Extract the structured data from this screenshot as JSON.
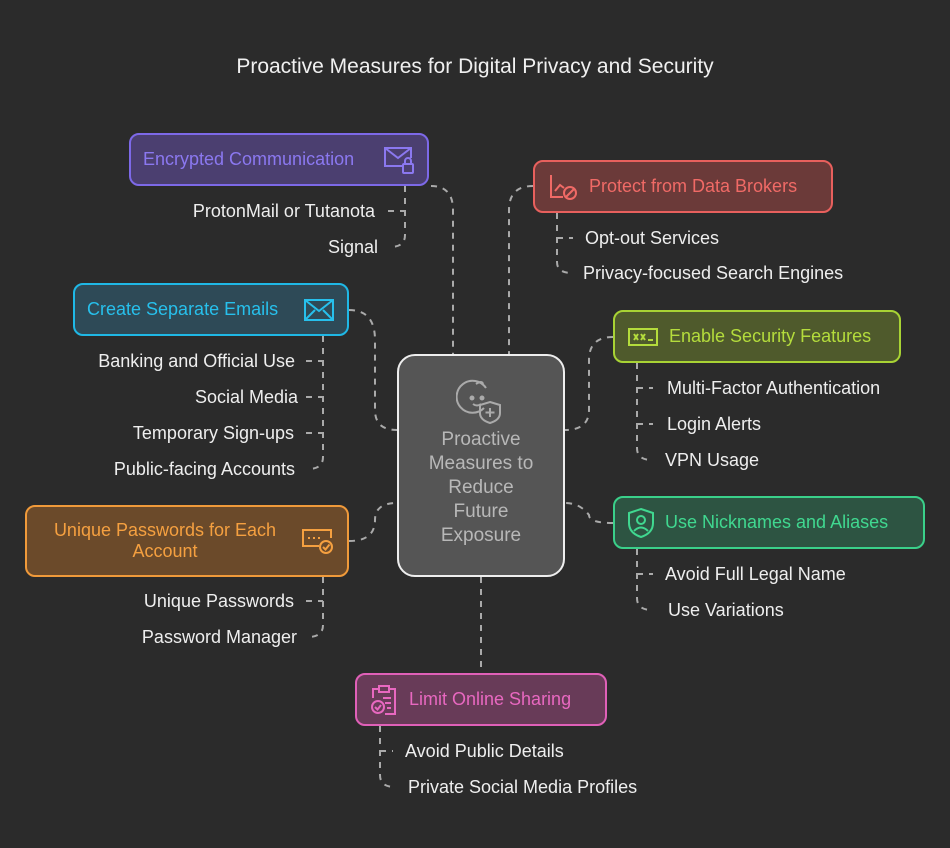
{
  "title": "Proactive Measures for Digital Privacy and Security",
  "center": {
    "label": "Proactive Measures to Reduce Future Exposure",
    "icon": "baby-shield-icon"
  },
  "branches": [
    {
      "label": "Encrypted Communication",
      "icon": "envelope-lock-icon",
      "color": "#8b78f0",
      "items": [
        "ProtonMail or Tutanota",
        "Signal"
      ]
    },
    {
      "label": "Protect from Data Brokers",
      "icon": "chart-block-icon",
      "color": "#f06a66",
      "items": [
        "Opt-out Services",
        "Privacy-focused Search Engines"
      ]
    },
    {
      "label": "Create Separate Emails",
      "icon": "envelope-icon",
      "color": "#27c0ec",
      "items": [
        "Banking and Official Use",
        "Social Media",
        "Temporary Sign-ups",
        "Public-facing Accounts"
      ]
    },
    {
      "label": "Enable Security Features",
      "icon": "password-field-icon",
      "color": "#b4dc3c",
      "items": [
        "Multi-Factor Authentication",
        "Login Alerts",
        "VPN Usage"
      ]
    },
    {
      "label": "Unique Passwords for Each Account",
      "icon": "password-check-icon",
      "color": "#f5a040",
      "items": [
        "Unique Passwords",
        "Password Manager"
      ]
    },
    {
      "label": "Use Nicknames and Aliases",
      "icon": "user-shield-icon",
      "color": "#40d890",
      "items": [
        "Avoid Full Legal Name",
        "Use Variations"
      ]
    },
    {
      "label": "Limit Online Sharing",
      "icon": "clipboard-check-icon",
      "color": "#e868c0",
      "items": [
        "Avoid Public Details",
        "Private Social Media Profiles"
      ]
    }
  ]
}
